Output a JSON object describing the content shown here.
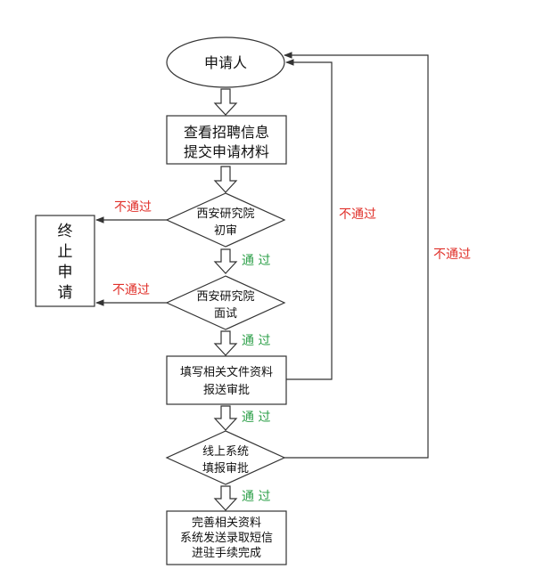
{
  "nodes": {
    "applicant": "申请人",
    "view_info": {
      "line1": "查看招聘信息",
      "line2": "提交申请材料"
    },
    "initial_review": {
      "line1": "西安研究院",
      "line2": "初审"
    },
    "interview": {
      "line1": "西安研究院",
      "line2": "面试"
    },
    "fill_docs": {
      "line1": "填写相关文件资料",
      "line2": "报送审批"
    },
    "online_system": {
      "line1": "线上系统",
      "line2": "填报审批"
    },
    "complete": {
      "line1": "完善相关资料",
      "line2": "系统发送录取短信",
      "line3": "进驻手续完成"
    },
    "terminate": {
      "c1": "终",
      "c2": "止",
      "c3": "申",
      "c4": "请"
    }
  },
  "labels": {
    "fail": "不通过",
    "pass": "通 过"
  },
  "colors": {
    "fail": "#e0302a",
    "pass": "#2ea04a",
    "stroke": "#333333"
  }
}
